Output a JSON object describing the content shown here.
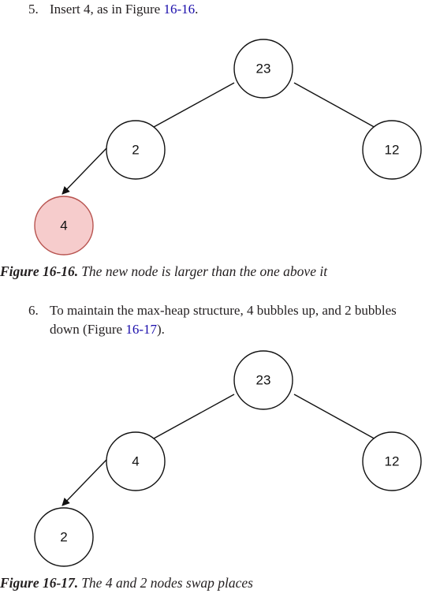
{
  "step5": {
    "number": "5.",
    "text": "Insert 4, as in Figure ",
    "ref": "16-16",
    "end": "."
  },
  "figure1": {
    "nodes": {
      "root": "23",
      "left": "2",
      "right": "12",
      "leftchild": "4"
    },
    "highlight_color": "#f6cccc"
  },
  "caption1": {
    "label": "Figure 16-16.",
    "text": "The new node is larger than the one above it"
  },
  "step6": {
    "number": "6.",
    "line1": "To maintain the max-heap structure, 4 bubbles up, and 2 bubbles",
    "line2_start": "down (Figure ",
    "ref": "16-17",
    "line2_end": ")."
  },
  "figure2": {
    "nodes": {
      "root": "23",
      "left": "4",
      "right": "12",
      "leftchild": "2"
    }
  },
  "caption2": {
    "label": "Figure 16-17.",
    "text": "The 4 and 2 nodes swap places"
  }
}
